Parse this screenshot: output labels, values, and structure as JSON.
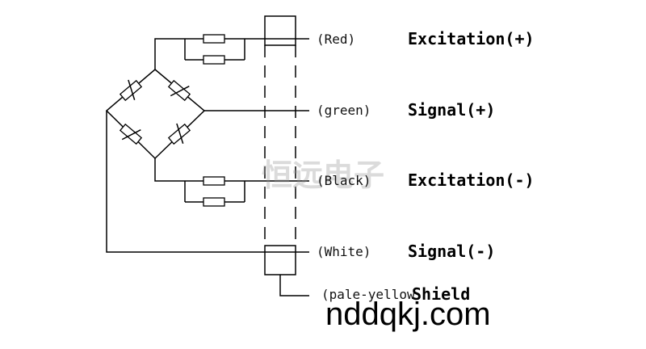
{
  "wires": [
    {
      "color_label": "(Red)",
      "signal_label": "Excitation(+)"
    },
    {
      "color_label": "(green)",
      "signal_label": "Signal(+)"
    },
    {
      "color_label": "(Black)",
      "signal_label": "Excitation(-)"
    },
    {
      "color_label": "(White)",
      "signal_label": "Signal(-)"
    },
    {
      "color_label": "(pale-yellow",
      "signal_label": "Shield"
    }
  ],
  "watermark": "恒远电子",
  "footer": {
    "site": "nddqkj.com"
  }
}
